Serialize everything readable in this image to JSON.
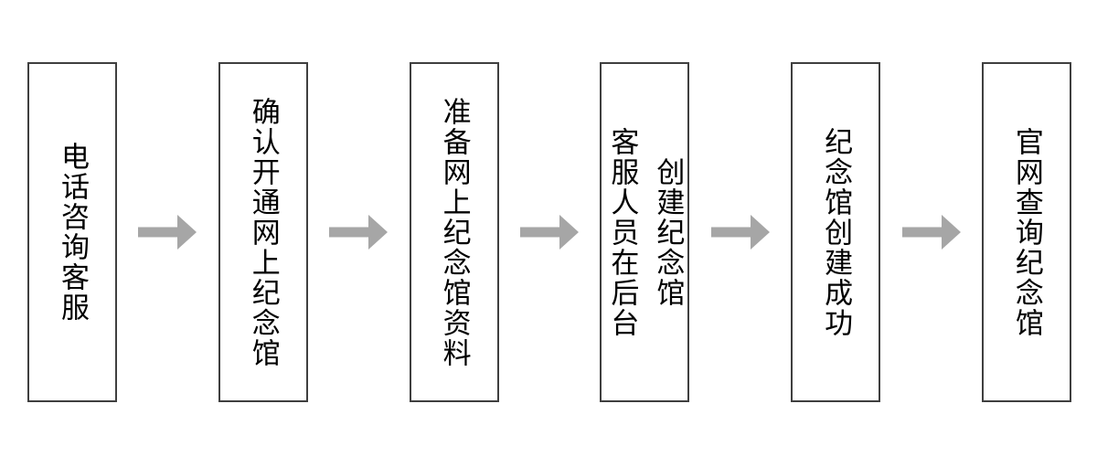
{
  "flowchart": {
    "steps": [
      {
        "label": "电话咨询客服"
      },
      {
        "label": "确认开通网上纪念馆"
      },
      {
        "label": "准备网上纪念馆资料"
      },
      {
        "label": "客服人员在后台\n创建纪念馆"
      },
      {
        "label": "纪念馆创建成功"
      },
      {
        "label": "官网查询纪念馆"
      }
    ],
    "colors": {
      "box_border": "#3f3f3f",
      "box_fill": "#ffffff",
      "text": "#000000",
      "arrow": "#a6a6a6",
      "background": "#ffffff"
    }
  }
}
